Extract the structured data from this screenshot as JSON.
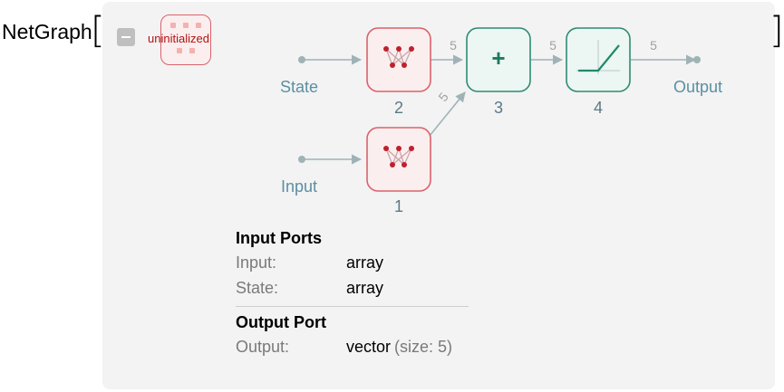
{
  "header": {
    "function_name": "NetGraph",
    "open_bracket": "[",
    "close_bracket": "]"
  },
  "summary": {
    "status": "uninitialized"
  },
  "graph": {
    "nodes": [
      {
        "id": "2",
        "type": "linear",
        "color": "#d9626c"
      },
      {
        "id": "1",
        "type": "linear",
        "color": "#d9626c"
      },
      {
        "id": "3",
        "type": "add",
        "glyph": "+",
        "color": "#2e8b74"
      },
      {
        "id": "4",
        "type": "ramp",
        "color": "#2e8b74"
      }
    ],
    "ports": {
      "state": "State",
      "input": "Input",
      "output": "Output"
    },
    "edge_sizes": {
      "n2_to_n3": "5",
      "n1_to_n3": "5",
      "n3_to_n4": "5",
      "n4_to_out": "5"
    }
  },
  "port_table": {
    "input_title": "Input Ports",
    "inputs": [
      {
        "name": "Input:",
        "value": "array"
      },
      {
        "name": "State:",
        "value": "array"
      }
    ],
    "output_title": "Output Port",
    "outputs": [
      {
        "name": "Output:",
        "value": "vector",
        "extra": "(size: 5)"
      }
    ]
  },
  "colors": {
    "linear_border": "#d9626c",
    "linear_fill": "#fbeeee",
    "elementwise_border": "#2e8b74",
    "elementwise_fill": "#ecf6f2",
    "edge": "#9fb3b6",
    "port_label": "#5b8fa3",
    "node_id": "#5a7a85"
  }
}
